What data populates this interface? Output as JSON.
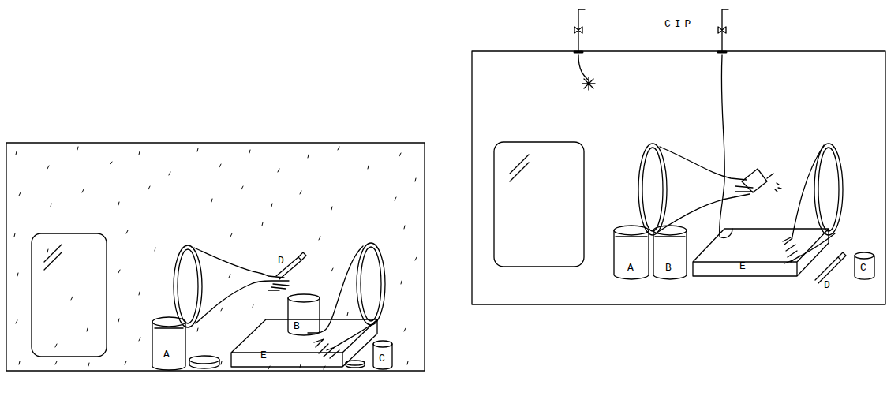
{
  "diagram": {
    "labels": [
      "D",
      "B",
      "A",
      "E",
      "C",
      "CIP",
      "A",
      "B",
      "E",
      "D",
      "C"
    ]
  }
}
